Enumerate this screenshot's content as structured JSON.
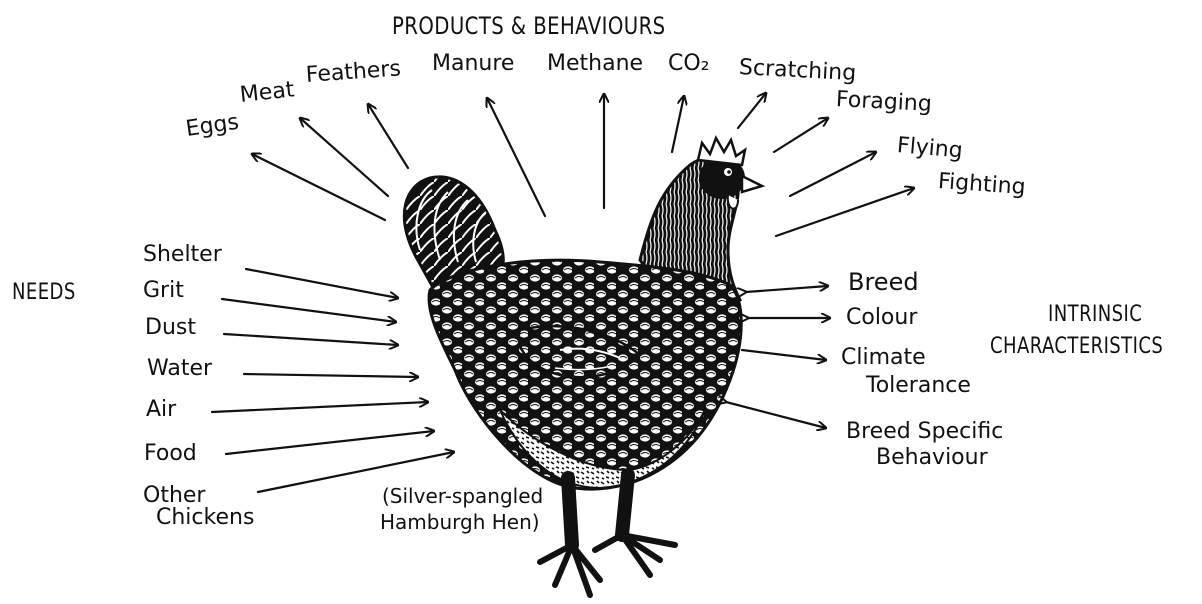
{
  "headings": {
    "products": "PRODUCTS & BEHAVIOURS",
    "needs": "NEEDS",
    "intrinsic_line1": "INTRINSIC",
    "intrinsic_line2": "CHARACTERISTICS"
  },
  "products": {
    "eggs": "Eggs",
    "meat": "Meat",
    "feathers": "Feathers",
    "manure": "Manure",
    "methane": "Methane",
    "co2": "CO₂",
    "scratching": "Scratching",
    "foraging": "Foraging",
    "flying": "Flying",
    "fighting": "Fighting"
  },
  "needs": {
    "shelter": "Shelter",
    "grit": "Grit",
    "dust": "Dust",
    "water": "Water",
    "air": "Air",
    "food": "Food",
    "other_chickens_line1": "Other",
    "other_chickens_line2": "Chickens"
  },
  "characteristics": {
    "breed": "Breed",
    "colour": "Colour",
    "climate_line1": "Climate",
    "climate_line2": "Tolerance",
    "behaviour_line1": "Breed Specific",
    "behaviour_line2": "Behaviour"
  },
  "caption": {
    "line1": "(Silver-spangled",
    "line2": "Hamburgh Hen)"
  },
  "colors": {
    "ink": "#111111",
    "background": "#ffffff"
  }
}
